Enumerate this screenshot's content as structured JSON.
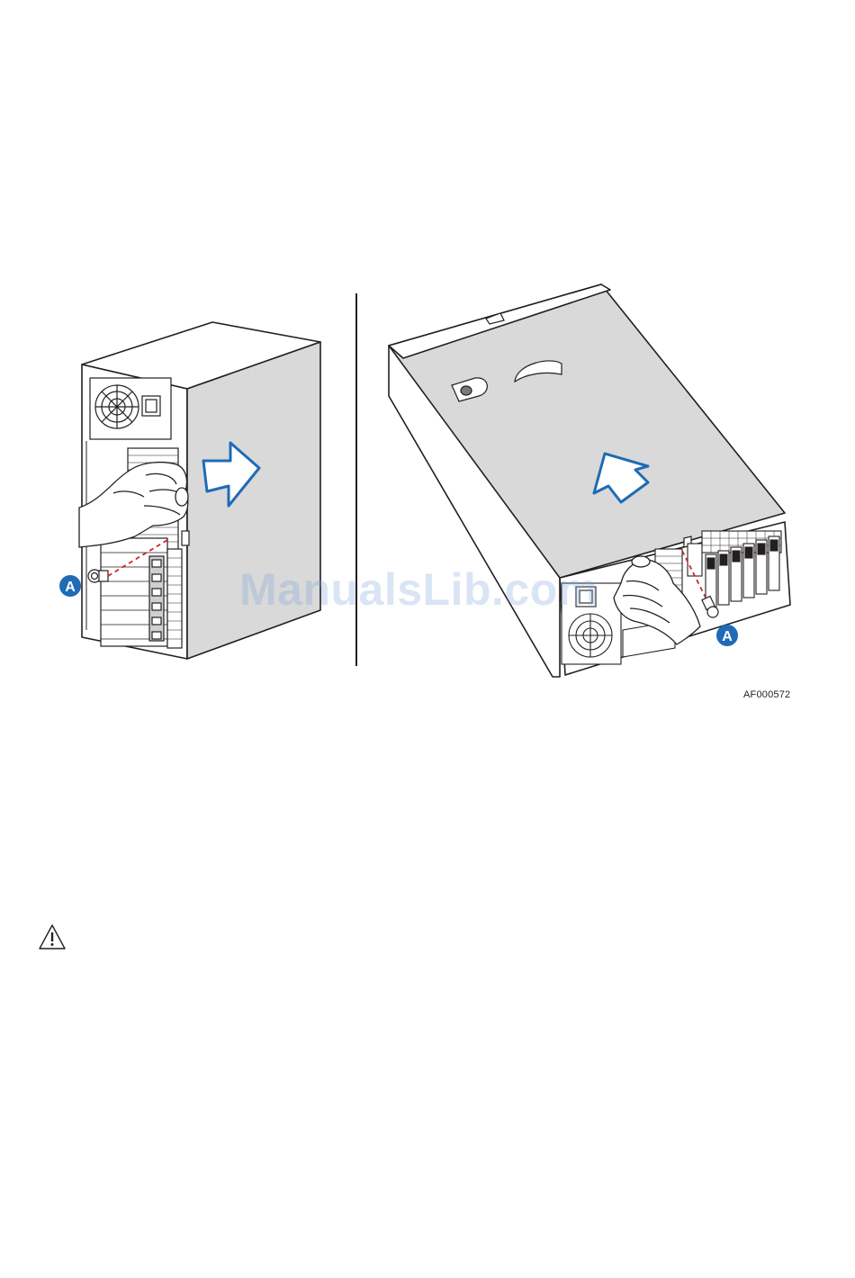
{
  "figure": {
    "callout_left": "A",
    "callout_right": "A",
    "figure_id": "AF000572",
    "accent_color": "#1f6bb5",
    "dash_color": "#d0242b"
  },
  "watermark": {
    "text": "ManualsLib.com"
  },
  "icons": {
    "caution": "caution-triangle-icon",
    "direction_arrow": "outline-arrow-icon"
  }
}
